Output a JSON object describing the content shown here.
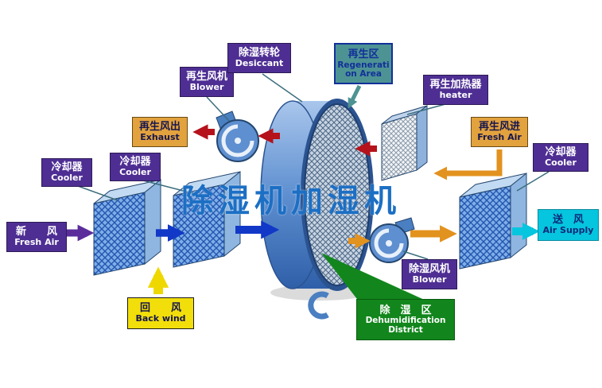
{
  "title": "除湿机加湿机",
  "labels": {
    "fresh_air_in": {
      "cn": "新　　风",
      "en": "Fresh Air"
    },
    "cooler_1": {
      "cn": "冷却器",
      "en": "Cooler"
    },
    "cooler_2": {
      "cn": "冷却器",
      "en": "Cooler"
    },
    "back_wind": {
      "cn": "回　　风",
      "en": "Back wind"
    },
    "regen_blower": {
      "cn": "再生风机",
      "en": "Blower"
    },
    "desiccant": {
      "cn": "除湿转轮",
      "en": "Desiccant"
    },
    "exhaust": {
      "cn": "再生风出",
      "en": "Exhaust"
    },
    "regen_area": {
      "cn": "再生区",
      "en": "Regeneration Area"
    },
    "heater": {
      "cn": "再生加热器",
      "en": "heater"
    },
    "regen_fresh_air": {
      "cn": "再生风进",
      "en": "Fresh Air"
    },
    "cooler_right": {
      "cn": "冷却器",
      "en": "Cooler"
    },
    "air_supply": {
      "cn": "送　风",
      "en": "Air Supply"
    },
    "dehumid_blower": {
      "cn": "除湿风机",
      "en": "Blower"
    },
    "dehumid_area": {
      "cn": "除　湿　区",
      "en": "Dehumidification District"
    }
  },
  "colors": {
    "label_purple": "#4E2E93",
    "label_orange": "#E2A23E",
    "label_yellow": "#F2DE0A",
    "label_cyan": "#06C5DE",
    "label_teal": "#4E9393",
    "label_green": "#12861C",
    "arrow_purple": "#5B2D9B",
    "arrow_blue": "#1238C8",
    "arrow_red": "#B5121B",
    "arrow_orange": "#E2921E",
    "arrow_cyan": "#06C5DE",
    "title_blue": "#1C6FC4"
  }
}
